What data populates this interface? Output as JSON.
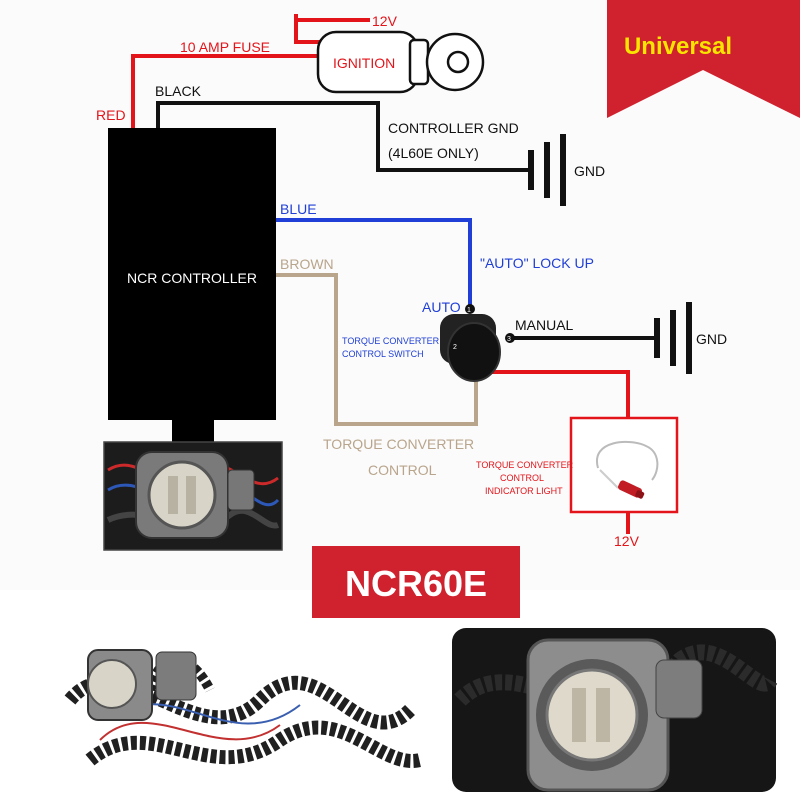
{
  "diagram": {
    "top_12v": "12V",
    "fuse_label": "10 AMP FUSE",
    "ignition_label": "IGNITION",
    "red_label": "RED",
    "black_label": "BLACK",
    "controller_gnd_label": "CONTROLLER GND",
    "controller_gnd_note": "(4L60E ONLY)",
    "gnd_label_1": "GND",
    "gnd_label_2": "GND",
    "blue_label": "BLUE",
    "brown_label": "BROWN",
    "controller_label": "NCR CONTROLLER",
    "auto_lockup_label": "\"AUTO\" LOCK UP",
    "auto_label": "AUTO",
    "manual_label": "MANUAL",
    "switch_label_line1": "TORQUE CONVERTER",
    "switch_label_line2": "CONTROL SWITCH",
    "pin1": "1",
    "pin2": "2",
    "pin3": "3",
    "tcc_label_line1": "TORQUE CONVERTER",
    "tcc_label_line2": "CONTROL",
    "indicator_line1": "TORQUE CONVERTER",
    "indicator_line2": "CONTROL",
    "indicator_line3": "INDICATOR LIGHT",
    "bottom_12v": "12V"
  },
  "badge": {
    "label": "Universal"
  },
  "product": {
    "name": "NCR60E"
  },
  "colors": {
    "red_wire": "#e3151b",
    "blue_wire": "#1f3fd6",
    "brown_wire": "#b9a58c",
    "black_wire": "#111111",
    "badge_bg": "#d0212e",
    "badge_text": "#f7e400",
    "banner_bg": "#d0212e",
    "banner_text": "#ffffff"
  }
}
